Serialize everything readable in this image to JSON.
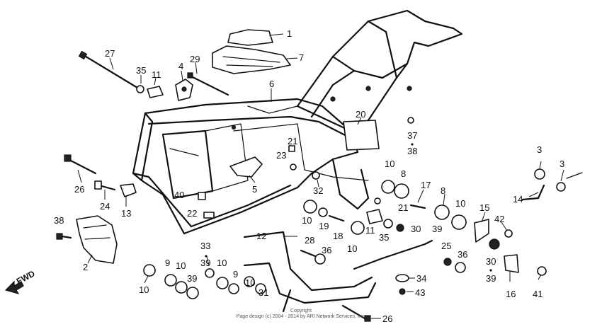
{
  "diagram": {
    "fwd_label": "FWD",
    "callouts": [
      "1",
      "7",
      "27",
      "35",
      "11",
      "4",
      "29",
      "6",
      "20",
      "37",
      "38",
      "21",
      "23",
      "5",
      "3",
      "3",
      "14",
      "26",
      "24",
      "13",
      "40",
      "22",
      "10",
      "8",
      "32",
      "17",
      "21",
      "10",
      "19",
      "18",
      "11",
      "10",
      "35",
      "30",
      "39",
      "8",
      "10",
      "15",
      "42",
      "38",
      "2",
      "33",
      "39",
      "10",
      "9",
      "10",
      "9",
      "10",
      "39",
      "12",
      "28",
      "36",
      "31",
      "25",
      "36",
      "30",
      "39",
      "16",
      "41",
      "34",
      "43",
      "26",
      "10"
    ]
  },
  "footer": {
    "copyright_line1": "Copyright",
    "copyright_line2": "Page design (c) 2004 - 2014 by ARI Network Services, Inc."
  }
}
